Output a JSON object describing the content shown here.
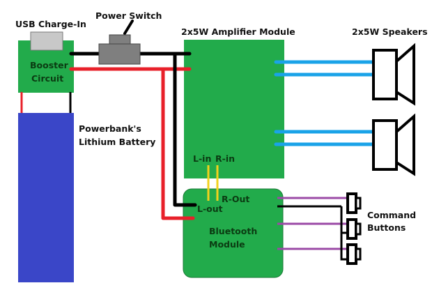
{
  "title": "Bluetooth Speaker Wiring Diagram",
  "colors": {
    "module_green": "#22ab4b",
    "battery_blue": "#3a46c8",
    "wire_black": "#000000",
    "wire_red": "#e8202a",
    "wire_blue": "#1aa3e8",
    "wire_yellow": "#f2d21c",
    "wire_purple": "#9b4aa6",
    "switch_gray": "#7f7f7f",
    "usb_gray": "#c8c8c8"
  },
  "components": {
    "usb": {
      "label": "USB Charge-In"
    },
    "booster": {
      "label_line1": "Booster",
      "label_line2": "Circuit"
    },
    "switch": {
      "label": "Power Switch"
    },
    "battery": {
      "label_line1": "Powerbank's",
      "label_line2": "Lithium Battery"
    },
    "amplifier": {
      "label": "2x5W Amplifier Module",
      "l_in": "L-in",
      "r_in": "R-in"
    },
    "speakers": {
      "label": "2x5W Speakers",
      "count": 2
    },
    "bluetooth": {
      "label_line1": "Bluetooth",
      "label_line2": "Module",
      "l_out": "L-out",
      "r_out": "R-Out"
    },
    "buttons": {
      "label_line1": "Command",
      "label_line2": "Buttons",
      "count": 3
    }
  }
}
